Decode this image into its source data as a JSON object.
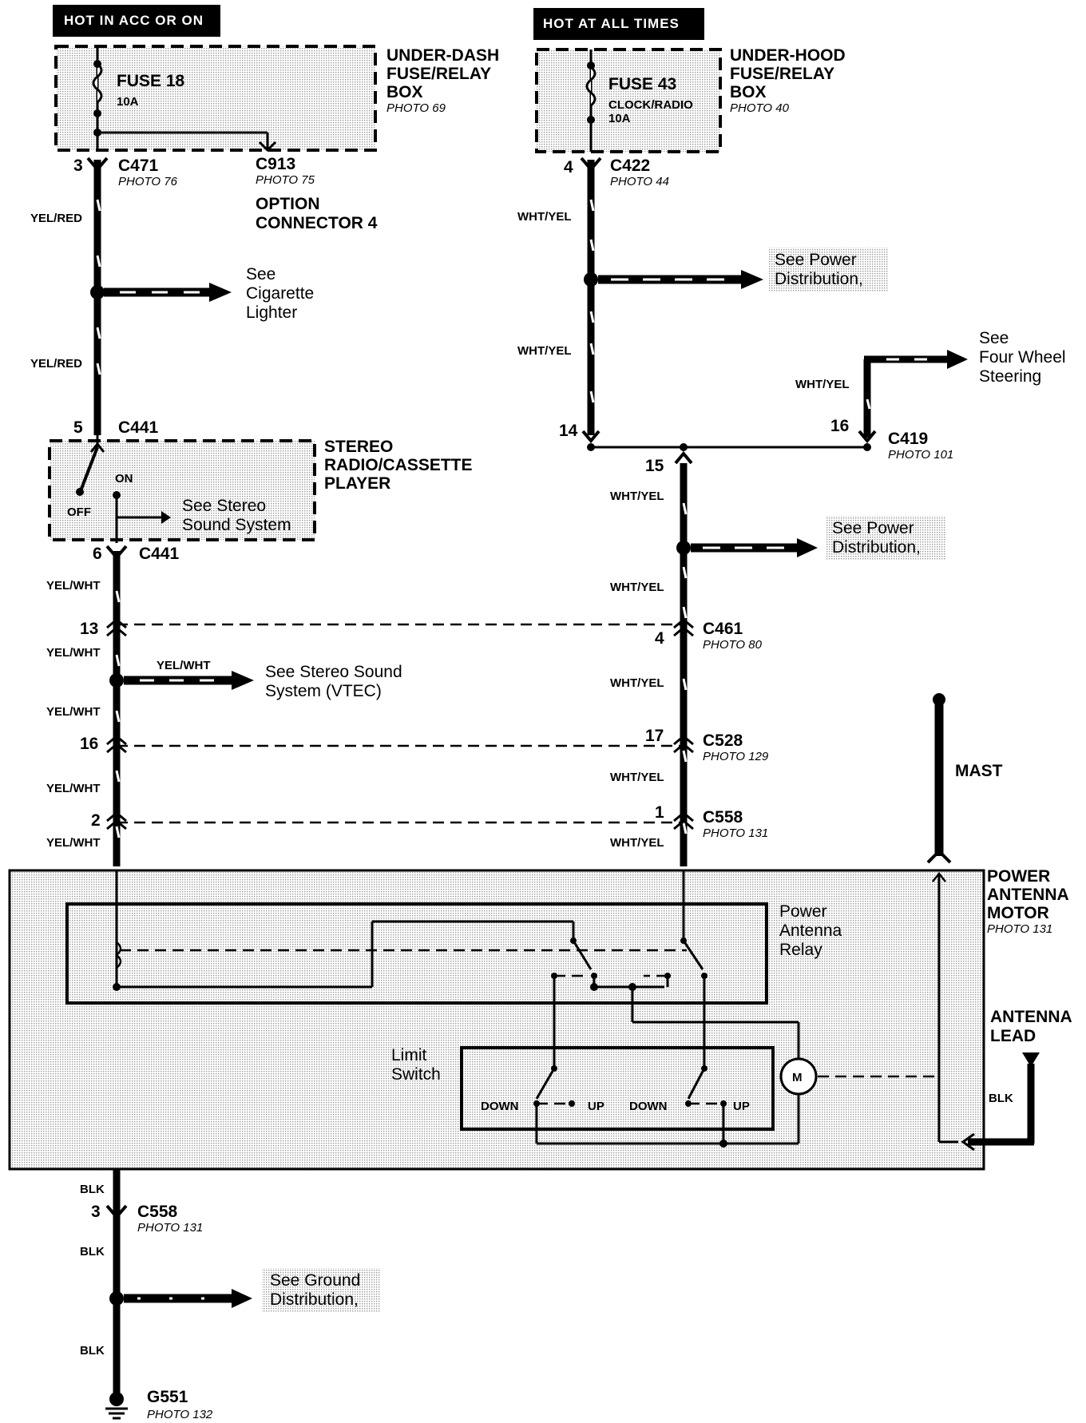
{
  "headers": {
    "left": "HOT IN ACC OR ON",
    "right": "HOT AT ALL TIMES"
  },
  "under_dash_box": {
    "title": [
      "UNDER-DASH",
      "FUSE/RELAY",
      "BOX"
    ],
    "photo": "PHOTO 69",
    "fuse": "FUSE 18",
    "fuse_rating": "10A"
  },
  "under_hood_box": {
    "title": [
      "UNDER-HOOD",
      "FUSE/RELAY",
      "BOX"
    ],
    "photo": "PHOTO 40",
    "fuse": "FUSE 43",
    "fuse_desc": "CLOCK/RADIO",
    "fuse_rating": "10A"
  },
  "connectors": {
    "c471": {
      "pin": "3",
      "name": "C471",
      "photo": "PHOTO 76"
    },
    "c913": {
      "name": "C913",
      "photo": "PHOTO 75",
      "desc": [
        "OPTION",
        "CONNECTOR 4"
      ]
    },
    "c422": {
      "pin": "4",
      "name": "C422",
      "photo": "PHOTO 44"
    },
    "c441_in": {
      "pin": "5",
      "name": "C441"
    },
    "c441_out": {
      "pin": "6",
      "name": "C441"
    },
    "c419": {
      "pin_left": "14",
      "pin_right": "16",
      "pin_down": "15",
      "name": "C419",
      "photo": "PHOTO 101"
    },
    "c461": {
      "pin_left": "13",
      "pin_right": "4",
      "name": "C461",
      "photo": "PHOTO 80"
    },
    "c528": {
      "pin_left": "16",
      "pin_right": "17",
      "name": "C528",
      "photo": "PHOTO 129"
    },
    "c558_top": {
      "pin_left": "2",
      "pin_right": "1",
      "name": "C558",
      "photo": "PHOTO 131"
    },
    "c558_bottom": {
      "pin": "3",
      "name": "C558",
      "photo": "PHOTO 131"
    },
    "g551": {
      "name": "G551",
      "photo": "PHOTO 132"
    }
  },
  "wires": {
    "yel_red": "YEL/RED",
    "yel_wht": "YEL/WHT",
    "wht_yel": "WHT/YEL",
    "blk": "BLK"
  },
  "references": {
    "cigarette": [
      "See",
      "Cigarette",
      "Lighter"
    ],
    "power_dist_1": [
      "See Power",
      "Distribution,"
    ],
    "power_dist_2": [
      "See Power",
      "Distribution,"
    ],
    "four_wheel": [
      "See",
      "Four Wheel",
      "Steering"
    ],
    "stereo_sound": [
      "See Stereo",
      "Sound System"
    ],
    "stereo_vtec": [
      "See Stereo Sound",
      "System (VTEC)"
    ],
    "ground_dist": [
      "See Ground",
      "Distribution,"
    ]
  },
  "stereo": {
    "title": [
      "STEREO",
      "RADIO/CASSETTE",
      "PLAYER"
    ],
    "on": "ON",
    "off": "OFF"
  },
  "motor": {
    "title": [
      "POWER",
      "ANTENNA",
      "MOTOR"
    ],
    "photo": "PHOTO 131",
    "relay": [
      "Power",
      "Antenna",
      "Relay"
    ],
    "limit": [
      "Limit",
      "Switch"
    ],
    "down": "DOWN",
    "up": "UP",
    "m": "M"
  },
  "mast": "MAST",
  "antenna_lead": [
    "ANTENNA",
    "LEAD"
  ]
}
